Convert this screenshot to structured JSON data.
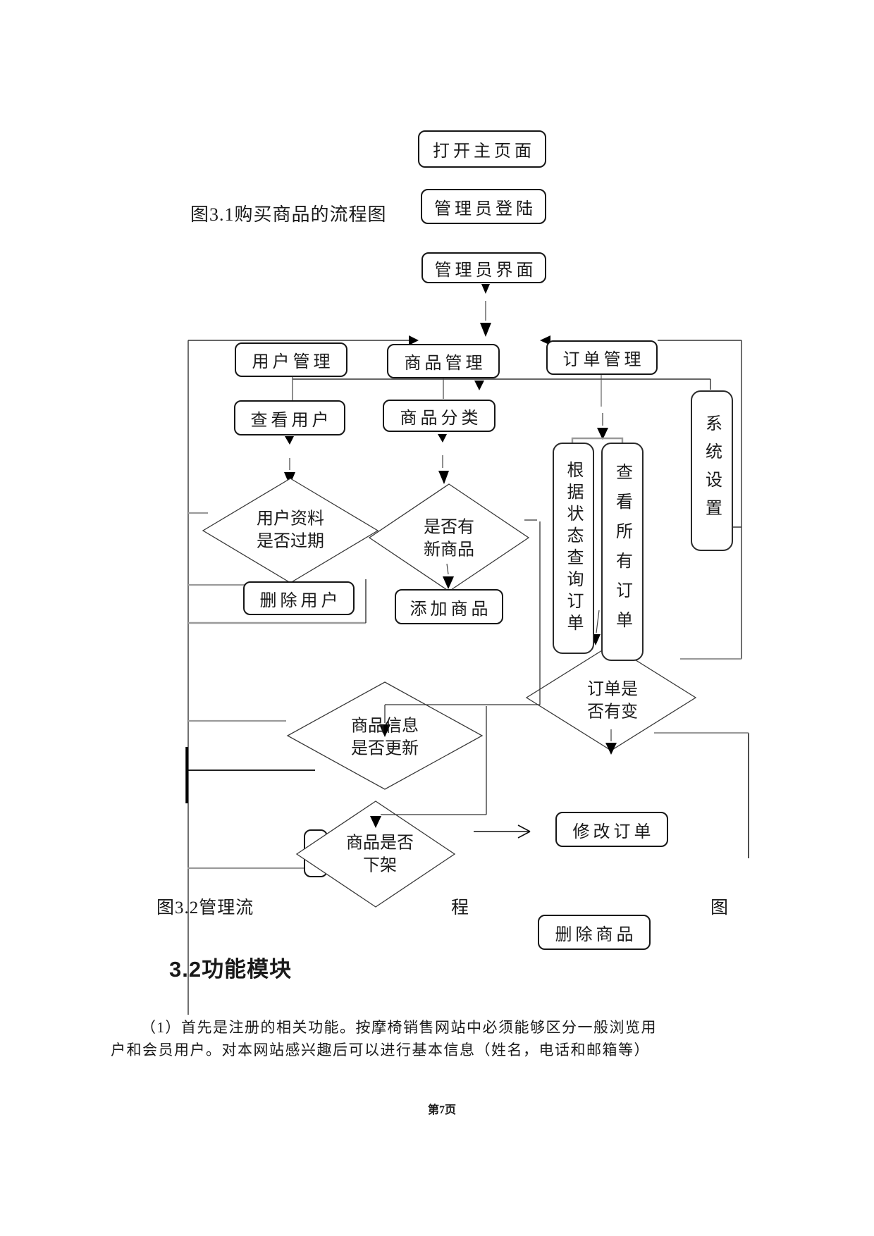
{
  "figure1": {
    "caption": "图3.1购买商品的流程图"
  },
  "flowchart": {
    "nodes": {
      "open_home": {
        "label": "打开主页面"
      },
      "admin_login": {
        "label": "管理员登陆"
      },
      "admin_ui": {
        "label": "管理员界面"
      },
      "user_mgmt": {
        "label": "用户管理"
      },
      "product_mgmt": {
        "label": "商品管理"
      },
      "order_mgmt": {
        "label": "订单管理"
      },
      "view_users": {
        "label": "查看用户"
      },
      "product_category": {
        "label": "商品分类"
      },
      "delete_user": {
        "label": "删除用户"
      },
      "add_product": {
        "label": "添加商品"
      },
      "query_by_status": {
        "label": "根据状态查询订单"
      },
      "view_all_orders": {
        "label": "查看所有订单"
      },
      "system_settings": {
        "label": "系统设置"
      },
      "modify_order": {
        "label": "修改订单"
      },
      "delete_product": {
        "label": "删除商品"
      }
    },
    "decisions": {
      "user_expired": {
        "label": "用户资料\n是否过期"
      },
      "new_product": {
        "label": "是否有\n新商品"
      },
      "order_changed": {
        "label": "订单是\n否有变"
      },
      "product_updated": {
        "label": "商品信息\n是否更新"
      },
      "product_off": {
        "label": "商品是否\n下架"
      }
    }
  },
  "figure2": {
    "caption_part1": "图3.2管理流",
    "caption_part2": "程",
    "caption_part3": "图"
  },
  "section": {
    "heading": "3.2功能模块"
  },
  "paragraph": {
    "line1": "（1）首先是注册的相关功能。按摩椅销售网站中必须能够区分一般浏览用",
    "line2": "户和会员用户。对本网站感兴趣后可以进行基本信息（姓名，电话和邮箱等）"
  },
  "footer": {
    "page_number": "第7页"
  }
}
